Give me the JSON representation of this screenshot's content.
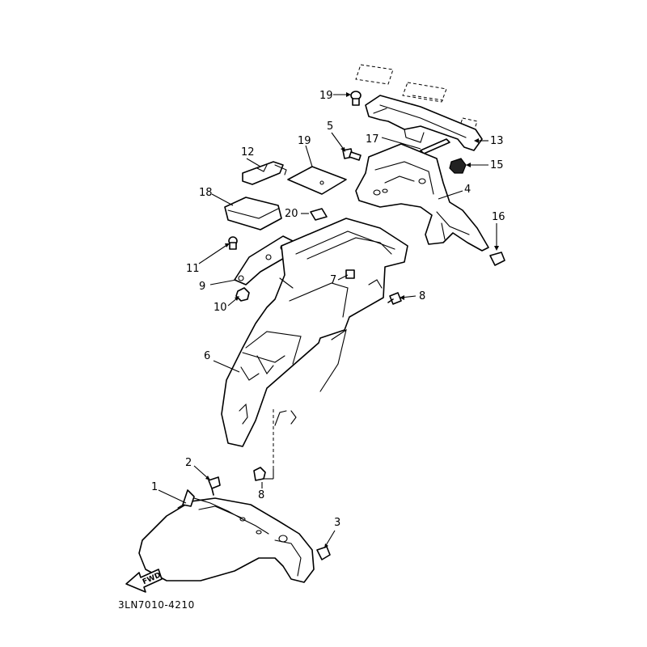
{
  "diagram_code": "3LN7010-4210",
  "fwd_label": "FWD",
  "callouts": [
    "1",
    "2",
    "3",
    "4",
    "5",
    "6",
    "7",
    "8",
    "8",
    "9",
    "10",
    "11",
    "12",
    "13",
    "14",
    "15",
    "16",
    "17",
    "18",
    "19",
    "20"
  ]
}
